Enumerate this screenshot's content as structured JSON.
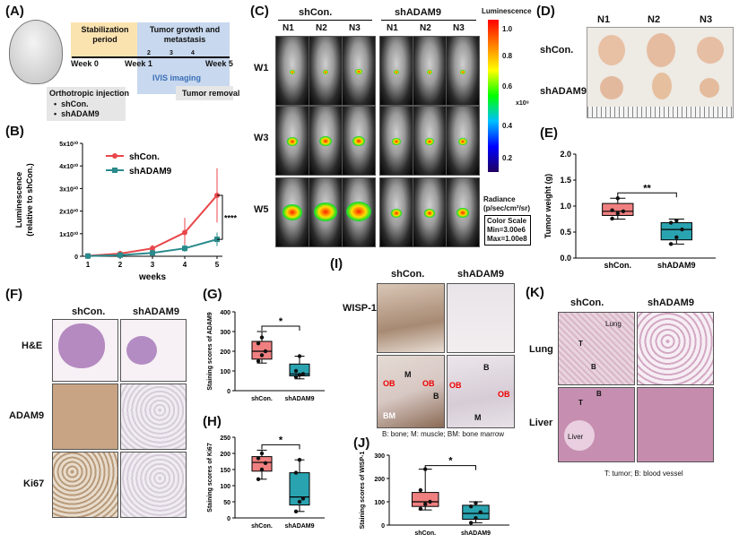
{
  "panels": {
    "A": "(A)",
    "B": "(B)",
    "C": "(C)",
    "D": "(D)",
    "E": "(E)",
    "F": "(F)",
    "G": "(G)",
    "H": "(H)",
    "I": "(I)",
    "J": "(J)",
    "K": "(K)"
  },
  "A": {
    "stab": "Stabilization period",
    "growth": "Tumor growth and metastasis",
    "ivis": "IVIS imaging",
    "weeks": [
      "Week 0",
      "Week 1",
      "2",
      "3",
      "4",
      "Week 5"
    ],
    "injection": "Orthotropic injection",
    "groups": [
      "shCon.",
      "shADAM9"
    ],
    "removal": "Tumor removal"
  },
  "B": {
    "chart_data": {
      "type": "line",
      "x": [
        1,
        2,
        3,
        4,
        5
      ],
      "xlabel": "weeks",
      "ylabel": "Luminescence (relative to shCon.)",
      "yticks": [
        "0",
        "1x10¹⁰",
        "2x10¹⁰",
        "3x10¹⁰",
        "4x10¹⁰",
        "5x10¹⁰"
      ],
      "ylim": [
        0,
        5
      ],
      "series": [
        {
          "name": "shCon.",
          "color": "#e8474b",
          "values": [
            0.02,
            0.12,
            0.35,
            1.05,
            2.7
          ],
          "err": [
            0.02,
            0.05,
            0.15,
            0.65,
            1.2
          ]
        },
        {
          "name": "shADAM9",
          "color": "#2a8a8c",
          "values": [
            0.01,
            0.05,
            0.15,
            0.35,
            0.75
          ],
          "err": [
            0.01,
            0.02,
            0.05,
            0.15,
            0.3
          ]
        }
      ],
      "sig": "****"
    }
  },
  "C": {
    "groups": [
      "shCon.",
      "shADAM9"
    ],
    "cols": [
      "N1",
      "N2",
      "N3",
      "N1",
      "N2",
      "N3"
    ],
    "rows": [
      "W1",
      "W3",
      "W5"
    ],
    "scale_title": "Luminescence",
    "scale_ticks": [
      "1.0",
      "0.8",
      "0.6",
      "0.4",
      "0.2"
    ],
    "scale_unit": "x10⁸",
    "radiance": "Radiance (p/sec/cm²/sr)",
    "cs_title": "Color Scale",
    "cs_min": "Min=3.00e6",
    "cs_max": "Max=1.00e8"
  },
  "D": {
    "cols": [
      "N1",
      "N2",
      "N3"
    ],
    "rows": [
      "shCon.",
      "shADAM9"
    ]
  },
  "E": {
    "chart_data": {
      "type": "box",
      "ylabel": "Tumor weight (g)",
      "yticks": [
        "0.0",
        "0.5",
        "1.0",
        "1.5",
        "2.0"
      ],
      "ylim": [
        0,
        2
      ],
      "categories": [
        "shCon.",
        "shADAM9"
      ],
      "boxes": [
        {
          "q1": 0.82,
          "med": 0.9,
          "q3": 1.05,
          "min": 0.75,
          "max": 1.15,
          "color": "#f08080",
          "points": [
            0.76,
            0.86,
            0.9,
            0.92,
            1.15
          ]
        },
        {
          "q1": 0.35,
          "med": 0.55,
          "q3": 0.68,
          "min": 0.27,
          "max": 0.75,
          "color": "#2aa3b0",
          "points": [
            0.27,
            0.4,
            0.55,
            0.68,
            0.72
          ]
        }
      ],
      "sig": "**"
    }
  },
  "F": {
    "cols": [
      "shCon.",
      "shADAM9"
    ],
    "rows": [
      "H&E",
      "ADAM9",
      "Ki67"
    ]
  },
  "G": {
    "chart_data": {
      "type": "box",
      "ylabel": "Staining scores of ADAM9",
      "yticks": [
        "0",
        "100",
        "200",
        "300",
        "400"
      ],
      "ylim": [
        0,
        400
      ],
      "categories": [
        "shCon.",
        "shADAM9"
      ],
      "boxes": [
        {
          "q1": 160,
          "med": 200,
          "q3": 250,
          "min": 140,
          "max": 300,
          "color": "#f08080",
          "points": [
            150,
            180,
            200,
            240,
            270
          ]
        },
        {
          "q1": 75,
          "med": 85,
          "q3": 135,
          "min": 60,
          "max": 175,
          "color": "#2aa3b0",
          "points": [
            70,
            80,
            85,
            100,
            175
          ]
        }
      ],
      "sig": "*"
    }
  },
  "H": {
    "chart_data": {
      "type": "box",
      "ylabel": "Staining scores of Ki67",
      "yticks": [
        "0",
        "50",
        "100",
        "150",
        "200",
        "250"
      ],
      "ylim": [
        0,
        250
      ],
      "categories": [
        "shCon.",
        "shADAM9"
      ],
      "boxes": [
        {
          "q1": 145,
          "med": 172,
          "q3": 190,
          "min": 120,
          "max": 210,
          "color": "#f08080",
          "points": [
            120,
            150,
            170,
            185,
            200
          ]
        },
        {
          "q1": 40,
          "med": 65,
          "q3": 140,
          "min": 20,
          "max": 180,
          "color": "#2aa3b0",
          "points": [
            20,
            50,
            60,
            140,
            180
          ]
        }
      ],
      "sig": "*"
    }
  },
  "I": {
    "cols": [
      "shCon.",
      "shADAM9"
    ],
    "row": "WISP-1",
    "labels": [
      "M",
      "B",
      "BM",
      "B",
      "M"
    ],
    "ob": "OB",
    "caption": "B: bone; M: muscle; BM: bone marrow"
  },
  "J": {
    "chart_data": {
      "type": "box",
      "ylabel": "Staining scores of WISP-1",
      "yticks": [
        "0",
        "100",
        "200",
        "300"
      ],
      "ylim": [
        0,
        300
      ],
      "categories": [
        "shCon.",
        "shADAM9"
      ],
      "boxes": [
        {
          "q1": 80,
          "med": 100,
          "q3": 140,
          "min": 65,
          "max": 240,
          "color": "#f08080",
          "points": [
            70,
            90,
            100,
            150,
            240
          ]
        },
        {
          "q1": 25,
          "med": 50,
          "q3": 85,
          "min": 10,
          "max": 100,
          "color": "#2aa3b0",
          "points": [
            10,
            30,
            55,
            80,
            95
          ]
        }
      ],
      "sig": "*"
    }
  },
  "K": {
    "cols": [
      "shCon.",
      "shADAM9"
    ],
    "rows": [
      "Lung",
      "Liver"
    ],
    "labels": [
      "T",
      "B",
      "Lung",
      "T",
      "B",
      "Liver"
    ],
    "caption": "T: tumor; B: blood vessel"
  }
}
